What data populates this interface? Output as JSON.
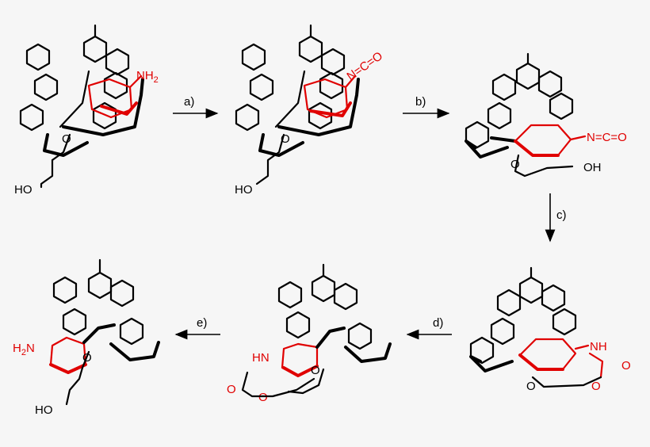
{
  "steps": {
    "a": "a)",
    "b": "b)",
    "c": "c)",
    "d": "d)",
    "e": "e)"
  },
  "groups": {
    "nh2": "NH",
    "nh2_sub": "2",
    "h2n": "H",
    "h2n_sub": "2",
    "h2n_n": "N",
    "nco": "N=C=O",
    "oh": "OH",
    "ho": "HO",
    "nh": "NH",
    "hn": "HN",
    "o": "O"
  },
  "colors": {
    "highlight": "#e00000",
    "bond": "#000000"
  }
}
